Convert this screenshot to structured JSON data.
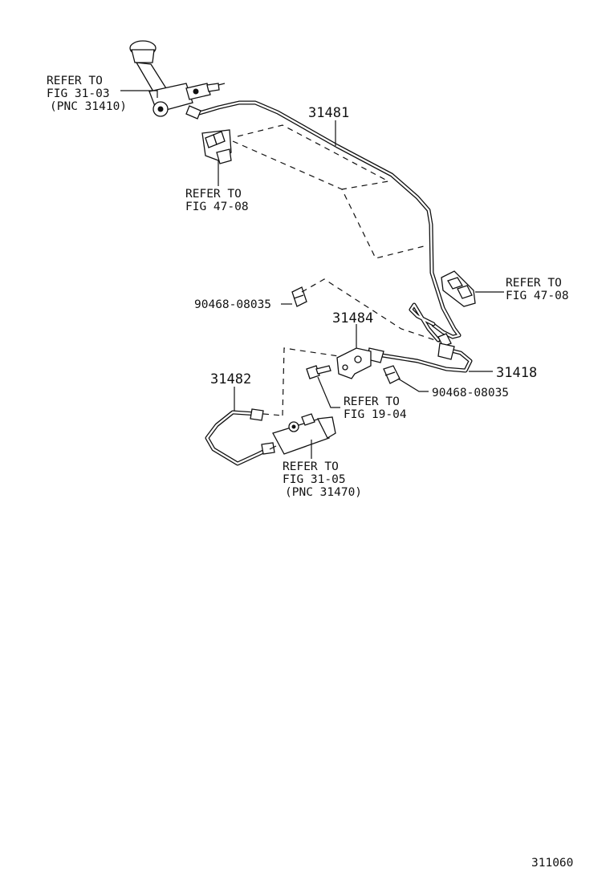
{
  "diagram": {
    "labels": {
      "refer_fig_31_03": [
        "REFER TO",
        "FIG 31-03",
        "(PNC 31410)"
      ],
      "refer_fig_47_08_left": [
        "REFER TO",
        "FIG 47-08"
      ],
      "refer_fig_47_08_right": [
        "REFER TO",
        "FIG 47-08"
      ],
      "refer_fig_19_04": [
        "REFER TO",
        "FIG 19-04"
      ],
      "refer_fig_31_05": [
        "REFER TO",
        "FIG 31-05",
        "(PNC 31470)"
      ]
    },
    "part_numbers": {
      "p31481": "31481",
      "p31484": "31484",
      "p31418": "31418",
      "p31482": "31482",
      "clip_left": "90468-08035",
      "clip_right": "90468-08035"
    },
    "figure_number": "311060"
  }
}
